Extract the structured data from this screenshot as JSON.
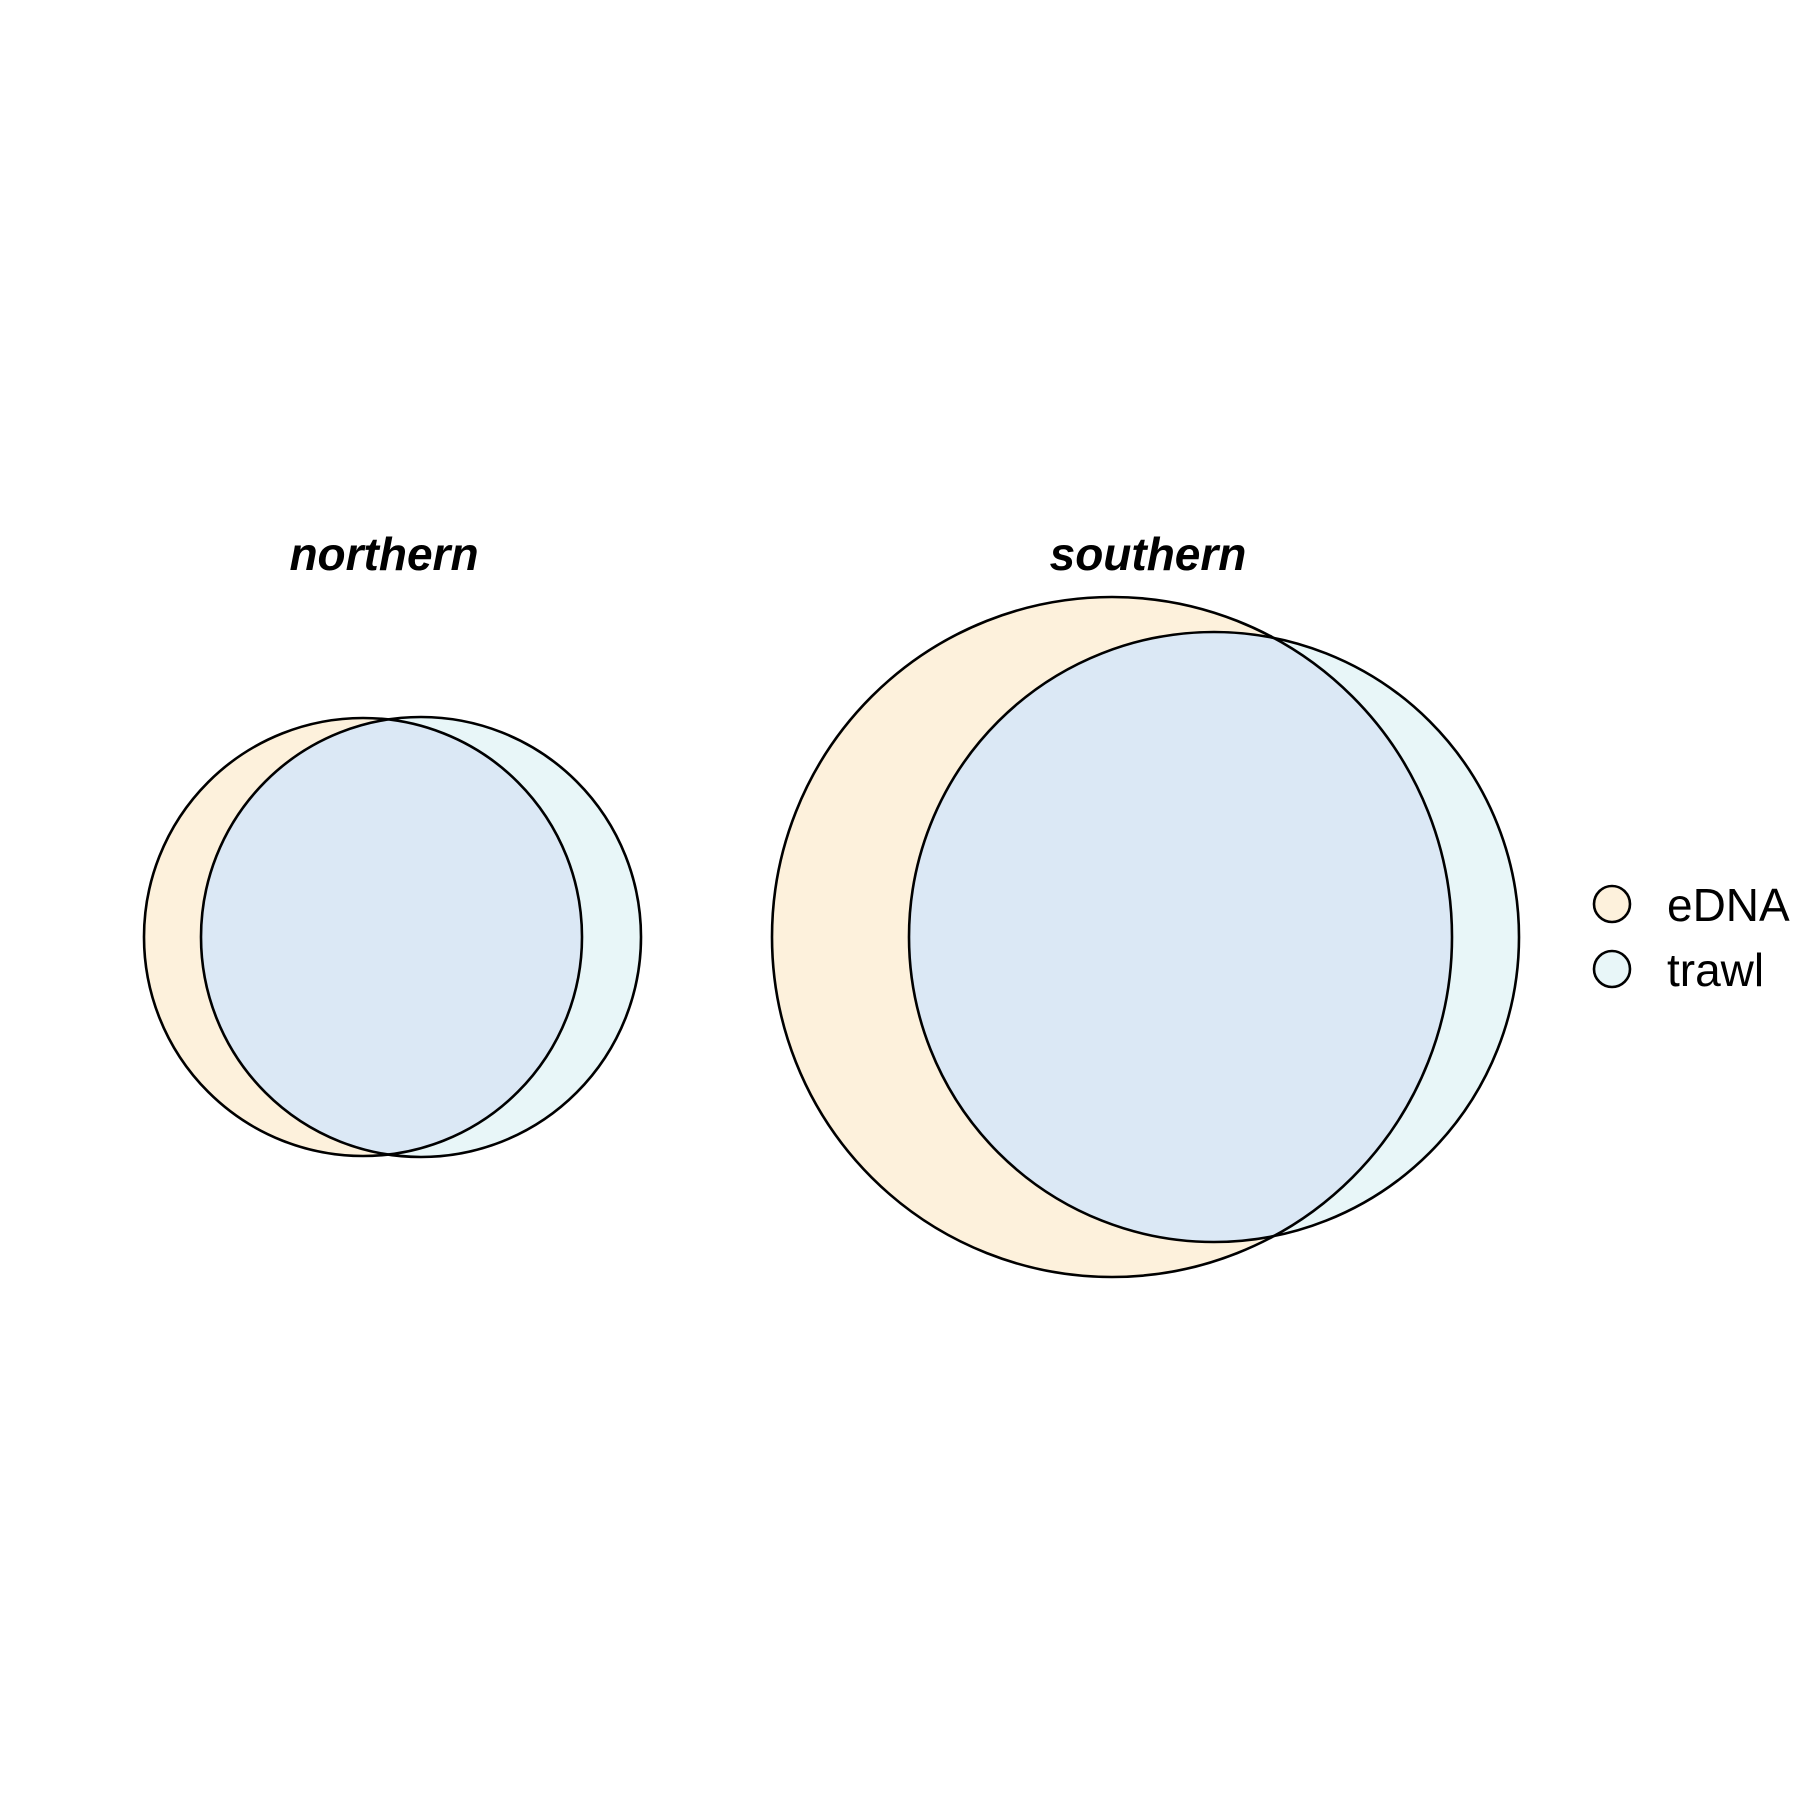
{
  "colors": {
    "edna_only": "#fdf1dc",
    "trawl_only": "#e8f6f8",
    "overlap": "#dbe8f5",
    "outline": "#000000",
    "background": "#ffffff"
  },
  "legend": {
    "items": [
      {
        "label": "eDNA",
        "color": "#fdf1dc"
      },
      {
        "label": "trawl",
        "color": "#e8f6f8"
      }
    ]
  },
  "panels": [
    {
      "title": "northern"
    },
    {
      "title": "southern"
    }
  ]
}
